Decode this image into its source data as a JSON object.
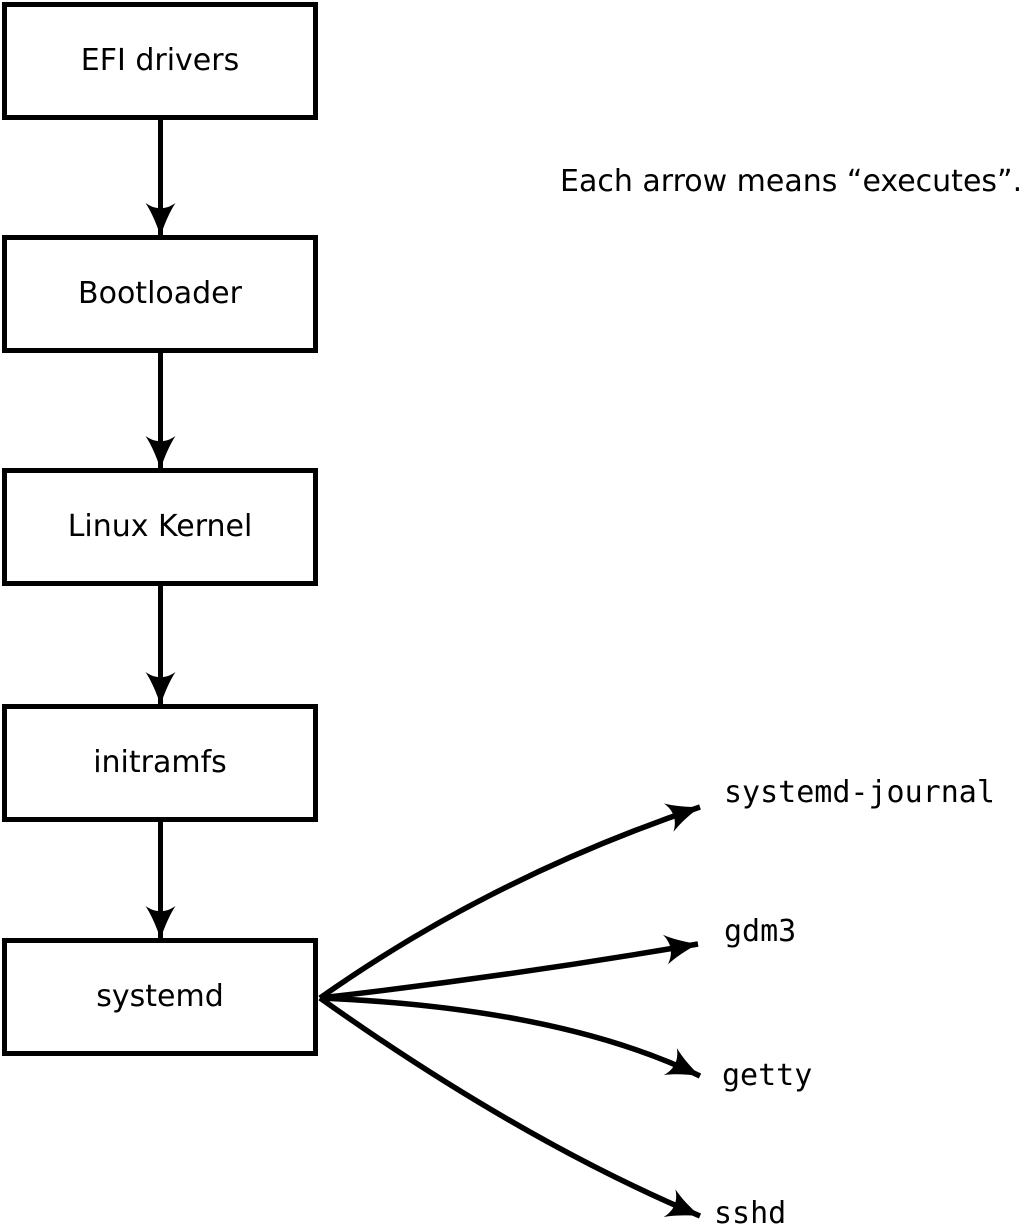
{
  "note": "Each arrow means “executes”.",
  "colors": {
    "ink": "#000000",
    "box_fill": "#ffffff",
    "background": "#ffffff"
  },
  "chain": [
    {
      "id": "efi-drivers",
      "label": "EFI drivers"
    },
    {
      "id": "bootloader",
      "label": "Bootloader"
    },
    {
      "id": "linux-kernel",
      "label": "Linux Kernel"
    },
    {
      "id": "initramfs",
      "label": "initramfs"
    },
    {
      "id": "systemd",
      "label": "systemd"
    }
  ],
  "services": [
    {
      "id": "systemd-journal",
      "label": "systemd-journal"
    },
    {
      "id": "gdm3",
      "label": "gdm3"
    },
    {
      "id": "getty",
      "label": "getty"
    },
    {
      "id": "sshd",
      "label": "sshd"
    }
  ]
}
